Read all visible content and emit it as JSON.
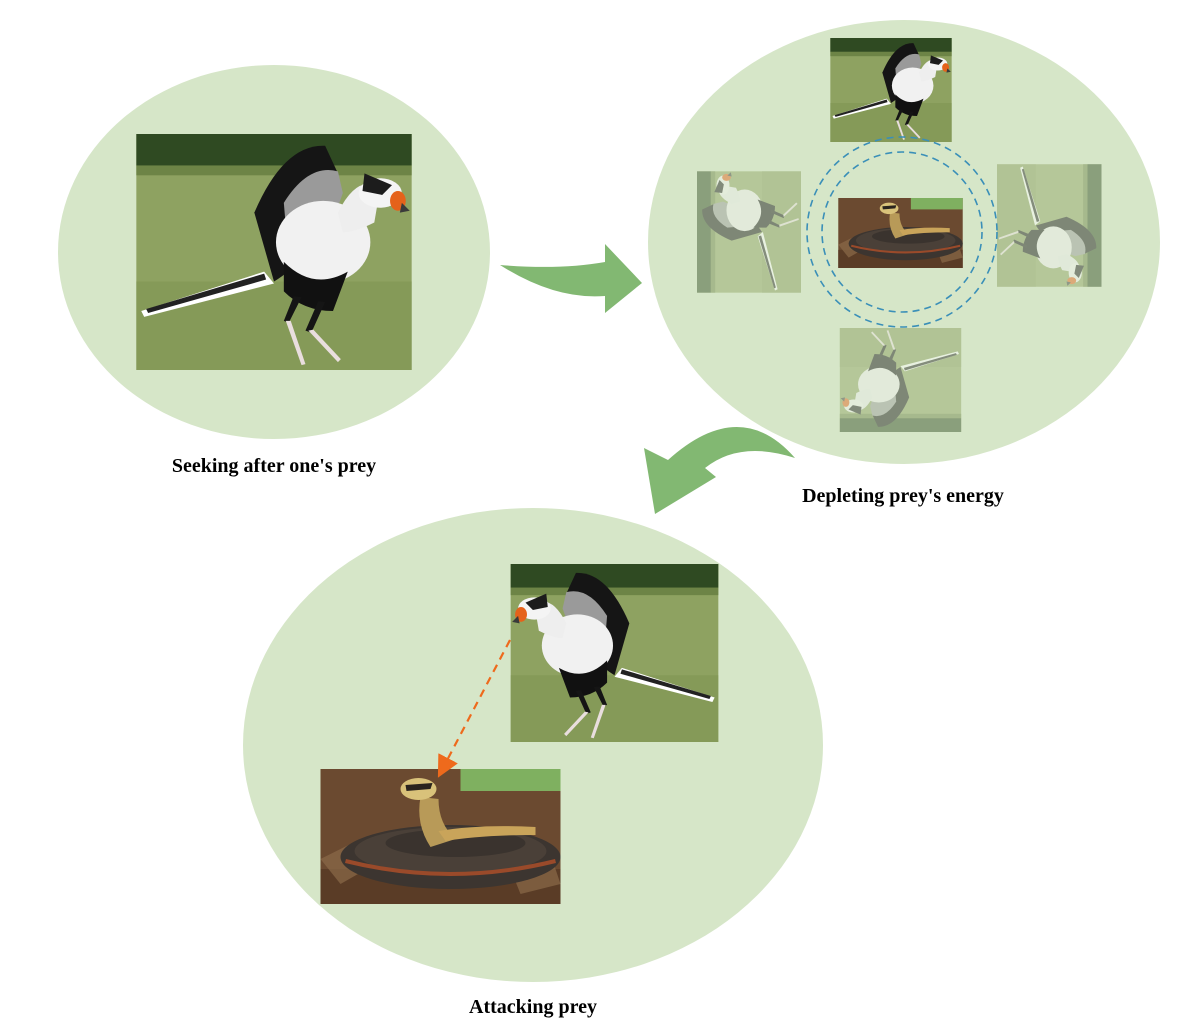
{
  "colors": {
    "blob": "#d6e6c8",
    "arrow": "#82b872",
    "ring": "#3a8fb8",
    "attack": "#ee6a1c",
    "grass": "#8ea261",
    "grass_dark": "#6d8446",
    "trees": "#2f4a22",
    "soil": "#6b4a30",
    "snake_body": "#4a4038",
    "snake_belly": "#c9a45a"
  },
  "stages": {
    "seeking": {
      "caption": "Seeking after one's prey",
      "image": "secretary-bird-photo"
    },
    "depleting": {
      "caption": "Depleting prey's energy",
      "image": "bird-circling-snake-photos"
    },
    "attacking": {
      "caption": "Attacking prey",
      "image": "bird-striking-snake-photos"
    }
  },
  "icons": {
    "flow_arrow_1": "curved-arrow-right-icon",
    "flow_arrow_2": "curved-arrow-down-left-icon",
    "attack_arrow": "dashed-arrow-icon"
  }
}
